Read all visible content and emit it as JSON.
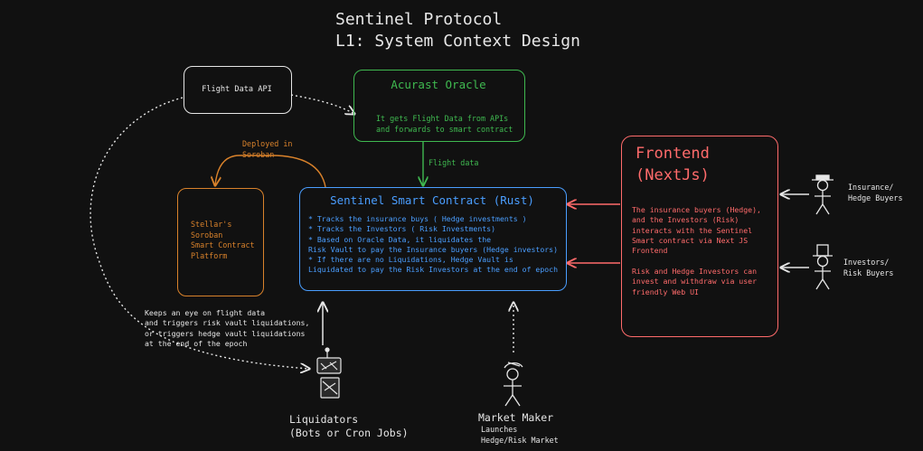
{
  "title": {
    "line1": "Sentinel Protocol",
    "line2": "L1: System Context Design"
  },
  "flight_api": {
    "label": "Flight Data API"
  },
  "oracle": {
    "title": "Acurast Oracle",
    "desc": "It gets Flight Data from APIs\nand forwards to smart contract"
  },
  "arrow_labels": {
    "flight_data": "Flight data",
    "deployed": "Deployed in\nSoroban"
  },
  "stellar": {
    "label": "Stellar's\nSoroban\nSmart Contract\nPlatform"
  },
  "contract": {
    "title": "Sentinel Smart Contract (Rust)",
    "desc": "* Tracks the insurance buys ( Hedge investments )\n* Tracks the Investors ( Risk Investments)\n* Based on Oracle Data, it liquidates the\nRisk Vault to pay the Insurance buyers (Hedge investors)\n* If there are no Liquidations, Hedge Vault is\nLiquidated to pay the Risk Investors at the end of epoch"
  },
  "frontend": {
    "title_line1": "Frontend",
    "title_line2": "(NextJs)",
    "desc1": "The insurance buyers (Hedge),\nand the Investors (Risk)\ninteracts with the Sentinel\nSmart contract via Next JS\nFrontend",
    "desc2": "Risk and Hedge Investors can\ninvest and withdraw via user\nfriendly Web UI"
  },
  "actors": {
    "hedge_buyers": "Insurance/\nHedge Buyers",
    "risk_buyers": "Investors/\nRisk Buyers",
    "liquidators_title": "Liquidators\n(Bots or Cron Jobs)",
    "liquidators_note": "Keeps an eye on flight data\nand triggers risk vault liquidations,\nor triggers hedge vault liquidations\nat the end of the epoch",
    "market_maker_title": "Market Maker",
    "market_maker_desc": "Launches\nHedge/Risk Market"
  },
  "colors": {
    "background": "#111111",
    "white": "#e6e6e6",
    "green": "#3fb950",
    "blue": "#4a9eff",
    "orange": "#d9822b",
    "red": "#ff6b6b"
  }
}
